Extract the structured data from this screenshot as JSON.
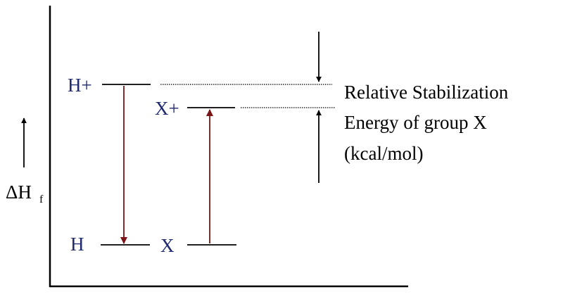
{
  "diagram": {
    "y_axis_label": {
      "symbol": "ΔH",
      "subscript": "f"
    },
    "levels": {
      "h_plus": "H+",
      "x_plus": "X+",
      "h": "H",
      "x": "X"
    },
    "annotation": {
      "line1": "Relative Stabilization",
      "line2": "Energy of group X",
      "line3": "(kcal/mol)"
    },
    "colors": {
      "axis": "#000000",
      "level_labels": "#1f2a6e",
      "transition_arrows": "#7a1416",
      "annotation_text": "#000000"
    }
  }
}
